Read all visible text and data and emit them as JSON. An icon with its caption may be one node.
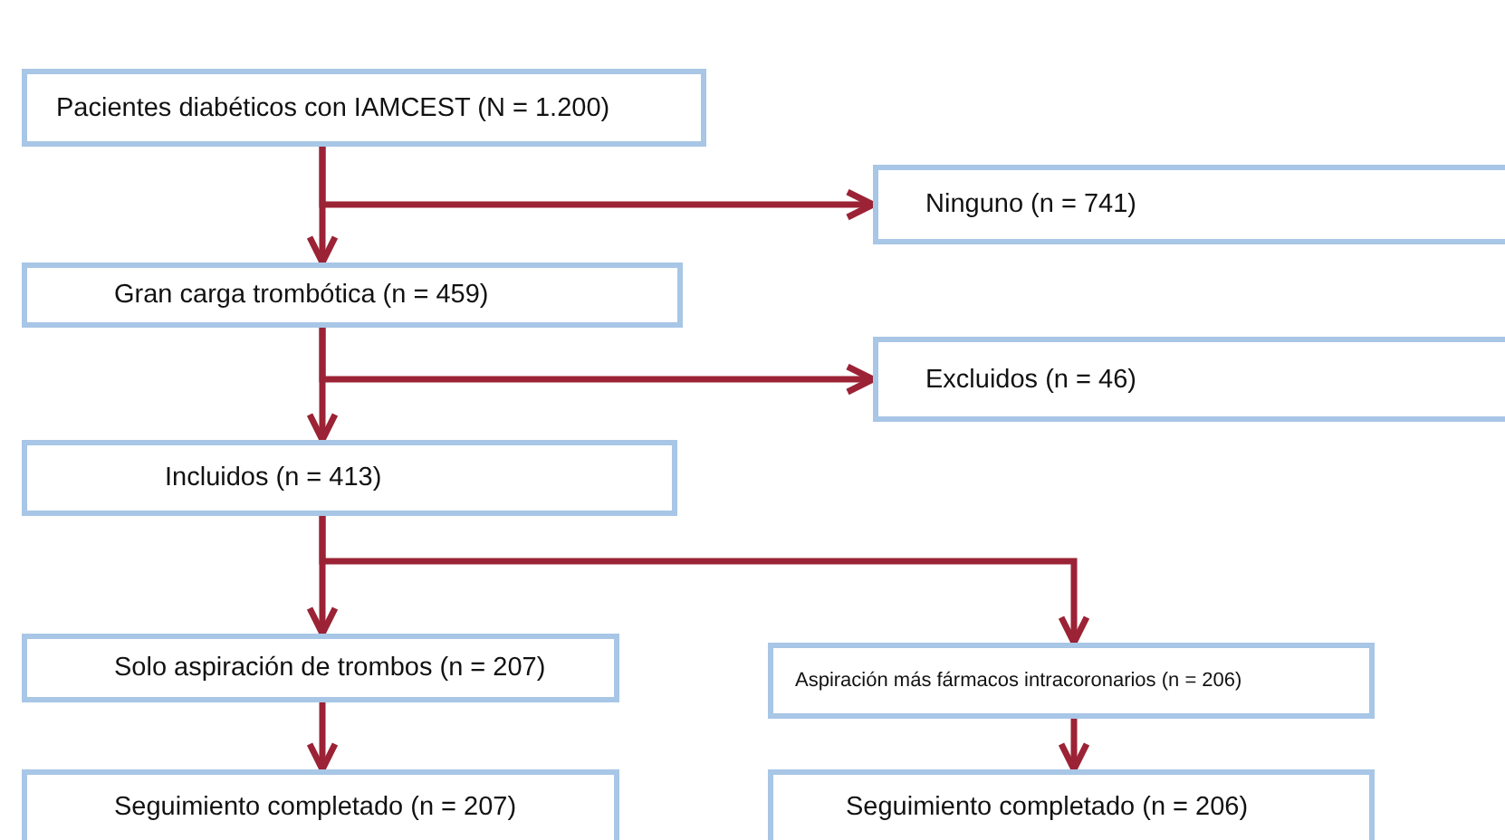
{
  "diagram": {
    "nodes": [
      {
        "text": [
          "Pacientes diabéticos con IAMCEST (N = 1.200)"
        ]
      },
      {
        "text": [
          "Ninguno (n = 741)"
        ]
      },
      {
        "text": [
          "Gran carga trombótica (n = 459)"
        ]
      },
      {
        "text": [
          "Excluidos (n = 46)"
        ]
      },
      {
        "text": [
          "Incluidos (n = 413)"
        ]
      },
      {
        "text": [
          "Solo aspiración de trombos (n = 207)"
        ]
      },
      {
        "text": [
          "Aspiración más fármacos intracoronarios (n = 206)"
        ]
      },
      {
        "text": [
          "Seguimiento completado (n = 207)"
        ]
      },
      {
        "text": [
          "Seguimiento completado (n = 206)"
        ]
      }
    ],
    "edges": [
      {
        "from": 0,
        "to": 2,
        "arrow": "to"
      },
      {
        "from": 0,
        "to": 1,
        "arrow": "to"
      },
      {
        "from": 2,
        "to": 4,
        "arrow": "to"
      },
      {
        "from": 2,
        "to": 3,
        "arrow": "to"
      },
      {
        "from": 4,
        "to": 5,
        "arrow": "to"
      },
      {
        "from": 4,
        "to": 6,
        "arrow": "to"
      },
      {
        "from": 5,
        "to": 7,
        "arrow": "to"
      },
      {
        "from": 6,
        "to": 8,
        "arrow": "to"
      }
    ]
  }
}
